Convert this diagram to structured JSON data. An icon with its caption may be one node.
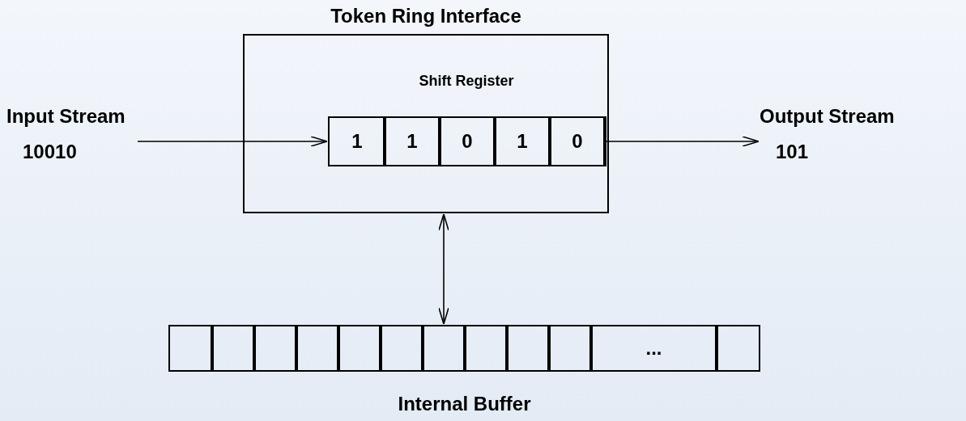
{
  "diagram": {
    "nodes": [
      {
        "text": [
          "Token Ring Interface"
        ]
      },
      {
        "text": [
          "Shift Register"
        ],
        "in": 0
      },
      {
        "text": [
          "1"
        ],
        "in": 1
      },
      {
        "text": [
          "1"
        ],
        "in": 1
      },
      {
        "text": [
          "0"
        ],
        "in": 1
      },
      {
        "text": [
          "1"
        ],
        "in": 1
      },
      {
        "text": [
          "0"
        ],
        "in": 1
      },
      {
        "text": [
          "Input Stream",
          "10010"
        ]
      },
      {
        "text": [
          "Output Stream",
          "101"
        ]
      },
      {
        "text": [
          "Internal Buffer"
        ]
      },
      {
        "text": [],
        "shape": "box",
        "in": 9
      },
      {
        "text": [],
        "shape": "box",
        "in": 9
      },
      {
        "text": [],
        "shape": "box",
        "in": 9
      },
      {
        "text": [],
        "shape": "box",
        "in": 9
      },
      {
        "text": [],
        "shape": "box",
        "in": 9
      },
      {
        "text": [],
        "shape": "box",
        "in": 9
      },
      {
        "text": [],
        "shape": "box",
        "in": 9
      },
      {
        "text": [],
        "shape": "box",
        "in": 9
      },
      {
        "text": [],
        "shape": "box",
        "in": 9
      },
      {
        "text": [],
        "shape": "box",
        "in": 9
      },
      {
        "text": [
          "..."
        ],
        "in": 9
      },
      {
        "text": [],
        "shape": "box",
        "in": 9
      }
    ],
    "edges": [
      {
        "from": 7,
        "to": 1,
        "arrow": "to"
      },
      {
        "from": 1,
        "to": 8,
        "arrow": "to"
      },
      {
        "from": 0,
        "to": 9,
        "arrow": "both"
      }
    ]
  }
}
